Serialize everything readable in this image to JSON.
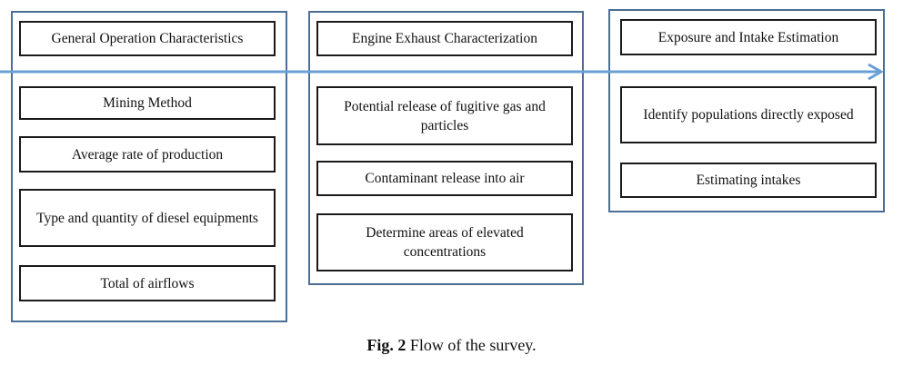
{
  "columns": [
    {
      "header": "General Operation Characteristics",
      "items": [
        "Mining Method",
        "Average rate of production",
        "Type and quantity of diesel equipments",
        "Total of airflows"
      ]
    },
    {
      "header": "Engine Exhaust Characterization",
      "items": [
        "Potential release of fugitive gas and particles",
        "Contaminant release into air",
        "Determine areas of elevated concentrations"
      ]
    },
    {
      "header": "Exposure and Intake Estimation",
      "items": [
        "Identify populations directly exposed",
        "Estimating intakes"
      ]
    }
  ],
  "caption": {
    "label": "Fig. 2",
    "text": "Flow of the survey."
  },
  "colors": {
    "column_border": "#4a6e96",
    "arrow": "#6a9fd4",
    "box_border": "#1a1a1a"
  }
}
